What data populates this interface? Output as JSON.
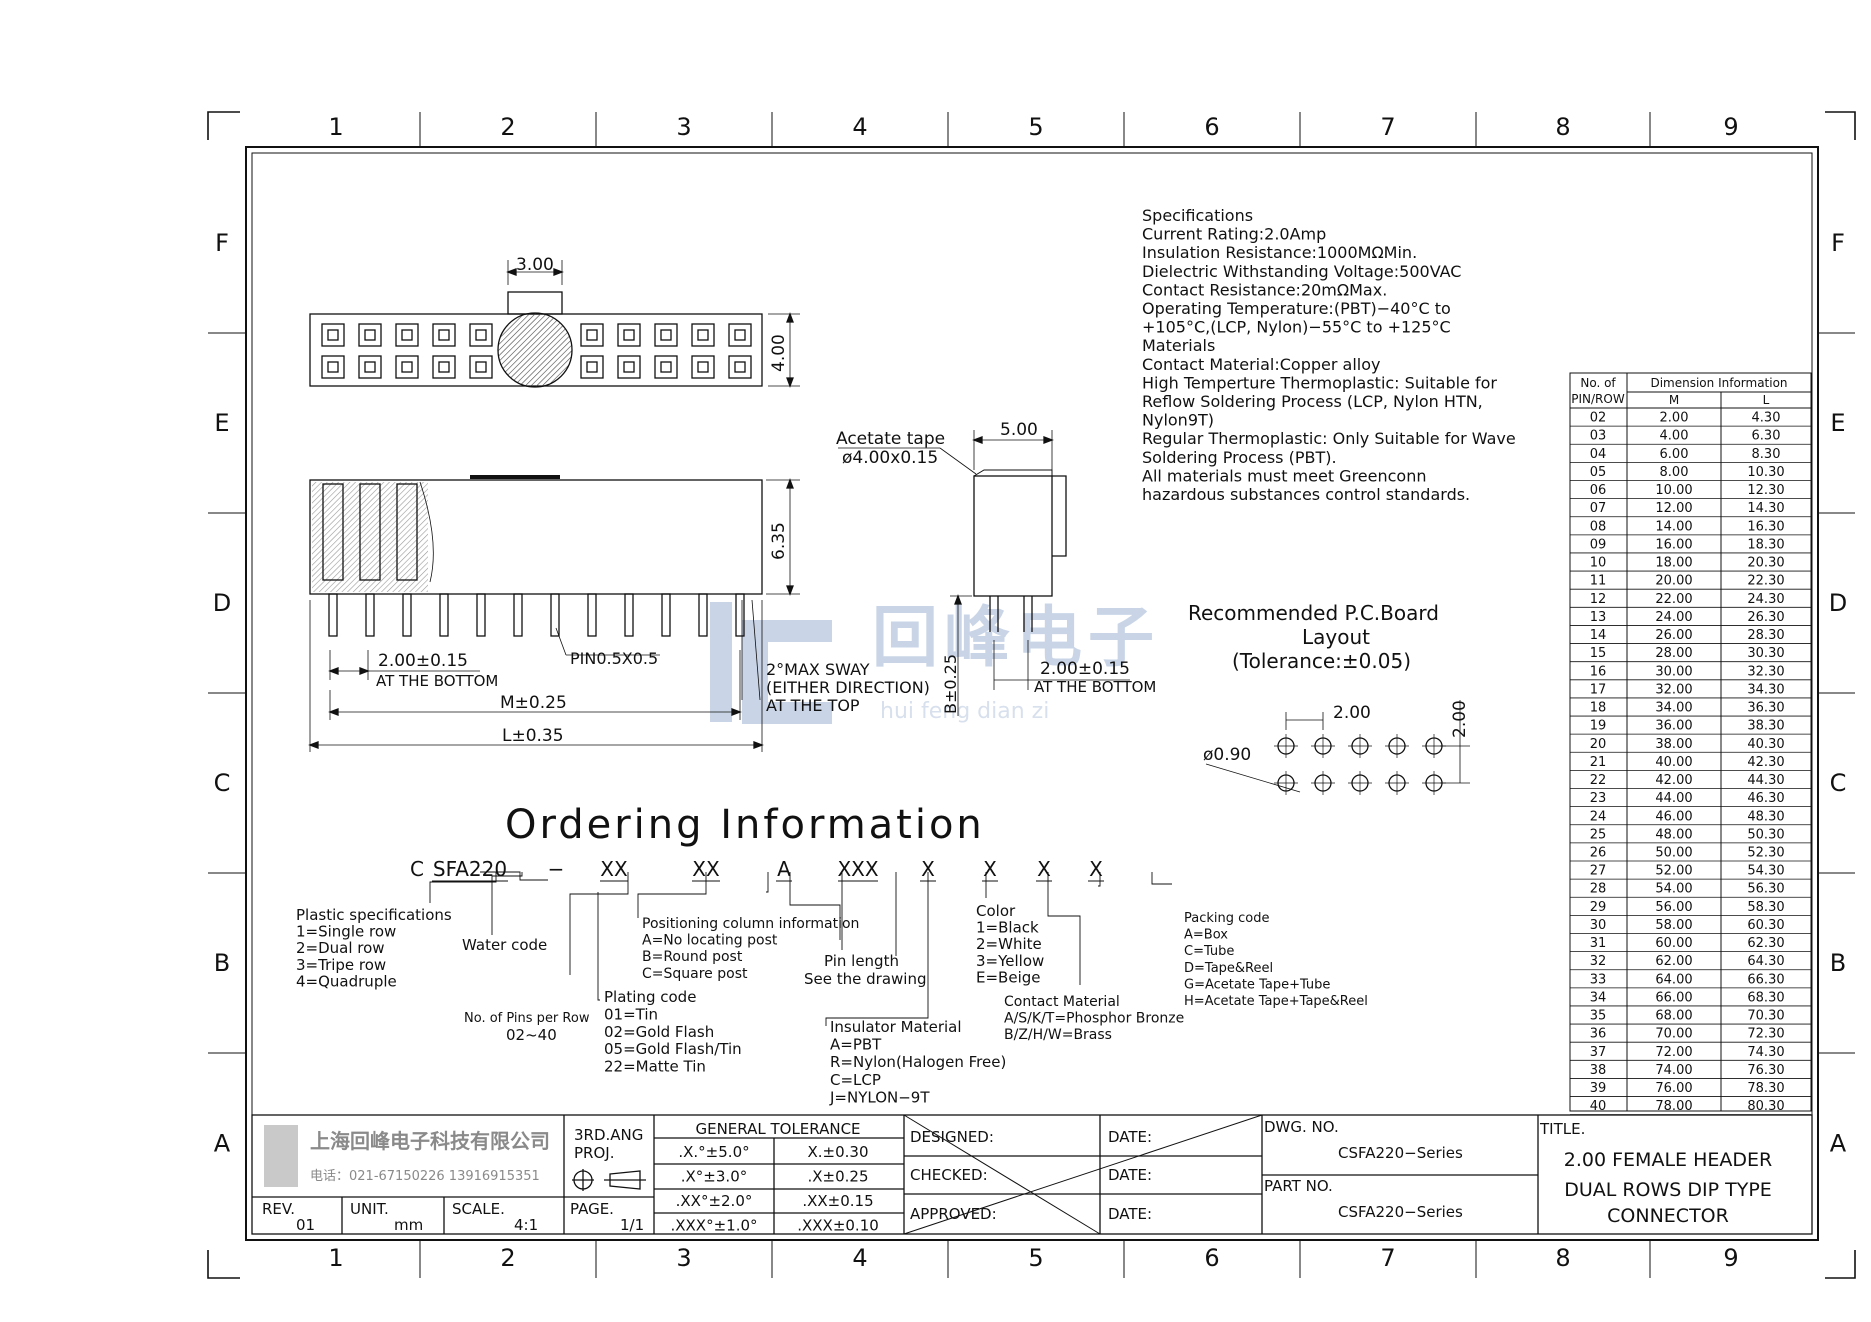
{
  "border": {
    "columns": [
      "1",
      "2",
      "3",
      "4",
      "5",
      "6",
      "7",
      "8",
      "9"
    ],
    "rows": [
      "F",
      "E",
      "D",
      "C",
      "B",
      "A"
    ]
  },
  "top_view": {
    "dim_width": "3.00",
    "dim_height": "4.00"
  },
  "front_view": {
    "dim_height": "6.35",
    "pitch": "2.00±0.15",
    "pitch_note": "AT THE BOTTOM",
    "pin": "PIN0.5X0.5",
    "m": "M±0.25",
    "l": "L±0.35",
    "sway": [
      "2°MAX SWAY",
      "(EITHER DIRECTION)",
      "AT THE TOP"
    ]
  },
  "side_view": {
    "tape": "Acetate tape",
    "tape_dim": "ø4.00x0.15",
    "width": "5.00",
    "pitch": "2.00±0.15",
    "pitch_note": "AT THE BOTTOM",
    "b": "B±0.25"
  },
  "watermark": {
    "brand": "回峰电子",
    "pinyin": "hui feng dian zi"
  },
  "specifications": [
    "Specifications",
    "Current Rating:2.0Amp",
    "Insulation Resistance:1000MΩMin.",
    "Dielectric Withstanding Voltage:500VAC",
    "Contact Resistance:20mΩMax.",
    "Operating Temperature:(PBT)−40°C to",
    "+105°C,(LCP, Nylon)−55°C to +125°C",
    "Materials",
    "Contact Material:Copper alloy",
    "High Temperture Thermoplastic: Suitable for",
    "Reflow Soldering Process (LCP, Nylon HTN,",
    "Nylon9T)",
    "Regular Thermoplastic: Only Suitable for Wave",
    "Soldering Process (PBT).",
    "All materials must meet Greenconn",
    "hazardous substances control standards."
  ],
  "pcb_layout": {
    "title": [
      "Recommended P.C.Board",
      "Layout",
      "(Tolerance:±0.05)"
    ],
    "pitch_x": "2.00",
    "pitch_y": "2.00",
    "hole": "ø0.90"
  },
  "dimension_table": {
    "header_1": "No. of",
    "header_2": "PIN/ROW",
    "group": "Dimension Information",
    "col_m": "M",
    "col_l": "L",
    "rows": [
      [
        "02",
        "2.00",
        "4.30"
      ],
      [
        "03",
        "4.00",
        "6.30"
      ],
      [
        "04",
        "6.00",
        "8.30"
      ],
      [
        "05",
        "8.00",
        "10.30"
      ],
      [
        "06",
        "10.00",
        "12.30"
      ],
      [
        "07",
        "12.00",
        "14.30"
      ],
      [
        "08",
        "14.00",
        "16.30"
      ],
      [
        "09",
        "16.00",
        "18.30"
      ],
      [
        "10",
        "18.00",
        "20.30"
      ],
      [
        "11",
        "20.00",
        "22.30"
      ],
      [
        "12",
        "22.00",
        "24.30"
      ],
      [
        "13",
        "24.00",
        "26.30"
      ],
      [
        "14",
        "26.00",
        "28.30"
      ],
      [
        "15",
        "28.00",
        "30.30"
      ],
      [
        "16",
        "30.00",
        "32.30"
      ],
      [
        "17",
        "32.00",
        "34.30"
      ],
      [
        "18",
        "34.00",
        "36.30"
      ],
      [
        "19",
        "36.00",
        "38.30"
      ],
      [
        "20",
        "38.00",
        "40.30"
      ],
      [
        "21",
        "40.00",
        "42.30"
      ],
      [
        "22",
        "42.00",
        "44.30"
      ],
      [
        "23",
        "44.00",
        "46.30"
      ],
      [
        "24",
        "46.00",
        "48.30"
      ],
      [
        "25",
        "48.00",
        "50.30"
      ],
      [
        "26",
        "50.00",
        "52.30"
      ],
      [
        "27",
        "52.00",
        "54.30"
      ],
      [
        "28",
        "54.00",
        "56.30"
      ],
      [
        "29",
        "56.00",
        "58.30"
      ],
      [
        "30",
        "58.00",
        "60.30"
      ],
      [
        "31",
        "60.00",
        "62.30"
      ],
      [
        "32",
        "62.00",
        "64.30"
      ],
      [
        "33",
        "64.00",
        "66.30"
      ],
      [
        "34",
        "66.00",
        "68.30"
      ],
      [
        "35",
        "68.00",
        "70.30"
      ],
      [
        "36",
        "70.00",
        "72.30"
      ],
      [
        "37",
        "72.00",
        "74.30"
      ],
      [
        "38",
        "74.00",
        "76.30"
      ],
      [
        "39",
        "76.00",
        "78.30"
      ],
      [
        "40",
        "78.00",
        "80.30"
      ]
    ]
  },
  "ordering": {
    "title": "Ordering Information",
    "code": [
      "C",
      "SFA220",
      "−",
      "XX",
      "XX",
      "A",
      "XXX",
      "X",
      "X",
      "X",
      "X"
    ],
    "plastic": [
      "Plastic specifications",
      "1=Single row",
      "2=Dual row",
      "3=Tripe row",
      "4=Quadruple"
    ],
    "water": "Water code",
    "pins": [
      "No. of Pins per Row",
      "02~40"
    ],
    "plating": [
      "Plating code",
      "01=Tin",
      "02=Gold Flash",
      "05=Gold Flash/Tin",
      "22=Matte Tin"
    ],
    "positioning": [
      "Positioning column information",
      "A=No locating post",
      "B=Round post",
      "C=Square post"
    ],
    "pin_length": [
      "Pin length",
      "See the drawing"
    ],
    "insulator": [
      "Insulator Material",
      "A=PBT",
      "R=Nylon(Halogen Free)",
      "C=LCP",
      "J=NYLON−9T"
    ],
    "color": [
      "Color",
      "1=Black",
      "2=White",
      "3=Yellow",
      "E=Beige"
    ],
    "contact": [
      "Contact Material",
      "A/S/K/T=Phosphor Bronze",
      "B/Z/H/W=Brass"
    ],
    "packing": [
      "Packing code",
      "A=Box",
      "C=Tube",
      "D=Tape&Reel",
      "G=Acetate Tape+Tube",
      "H=Acetate Tape+Tape&Reel"
    ]
  },
  "title_block": {
    "company": "上海回峰电子科技有限公司",
    "phone": "电话：021-67150226  13916915351",
    "projection": [
      "3RD.ANG",
      "PROJ."
    ],
    "tolerance_title": "GENERAL TOLERANCE",
    "tolerances": [
      [
        ".X.°±5.0°",
        "X.±0.30"
      ],
      [
        ".X°±3.0°",
        ".X±0.25"
      ],
      [
        ".XX°±2.0°",
        ".XX±0.15"
      ],
      [
        ".XXX°±1.0°",
        ".XXX±0.10"
      ]
    ],
    "rev_label": "REV.",
    "rev": "01",
    "unit_label": "UNIT.",
    "unit": "mm",
    "scale_label": "SCALE.",
    "scale": "4:1",
    "page_label": "PAGE.",
    "page": "1/1",
    "designed": "DESIGNED:",
    "checked": "CHECKED:",
    "approved": "APPROVED:",
    "date": "DATE:",
    "dwg_label": "DWG. NO.",
    "dwg": "CSFA220−Series",
    "part_label": "PART NO.",
    "part": "CSFA220−Series",
    "title_label": "TITLE.",
    "title": [
      "2.00 FEMALE HEADER",
      "DUAL ROWS DIP TYPE",
      "CONNECTOR"
    ]
  }
}
